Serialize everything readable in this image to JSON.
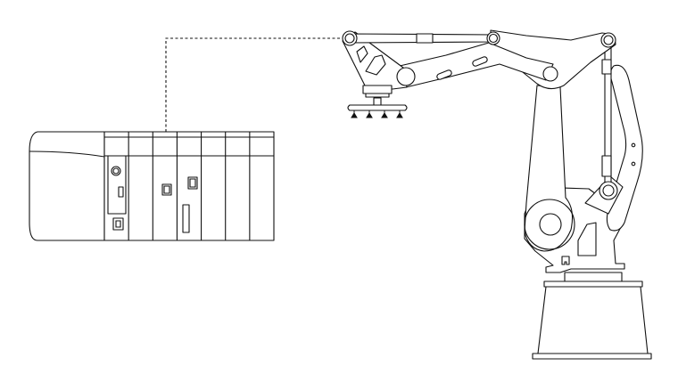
{
  "diagram": {
    "components": [
      "plc-rack",
      "palletizing-robot"
    ],
    "connection": {
      "from": "plc-rack",
      "to": "palletizing-robot",
      "style": "dashed"
    },
    "plc_modules": 7,
    "suction_cups": 4
  },
  "colors": {
    "line": "#111111",
    "background": "#ffffff"
  }
}
